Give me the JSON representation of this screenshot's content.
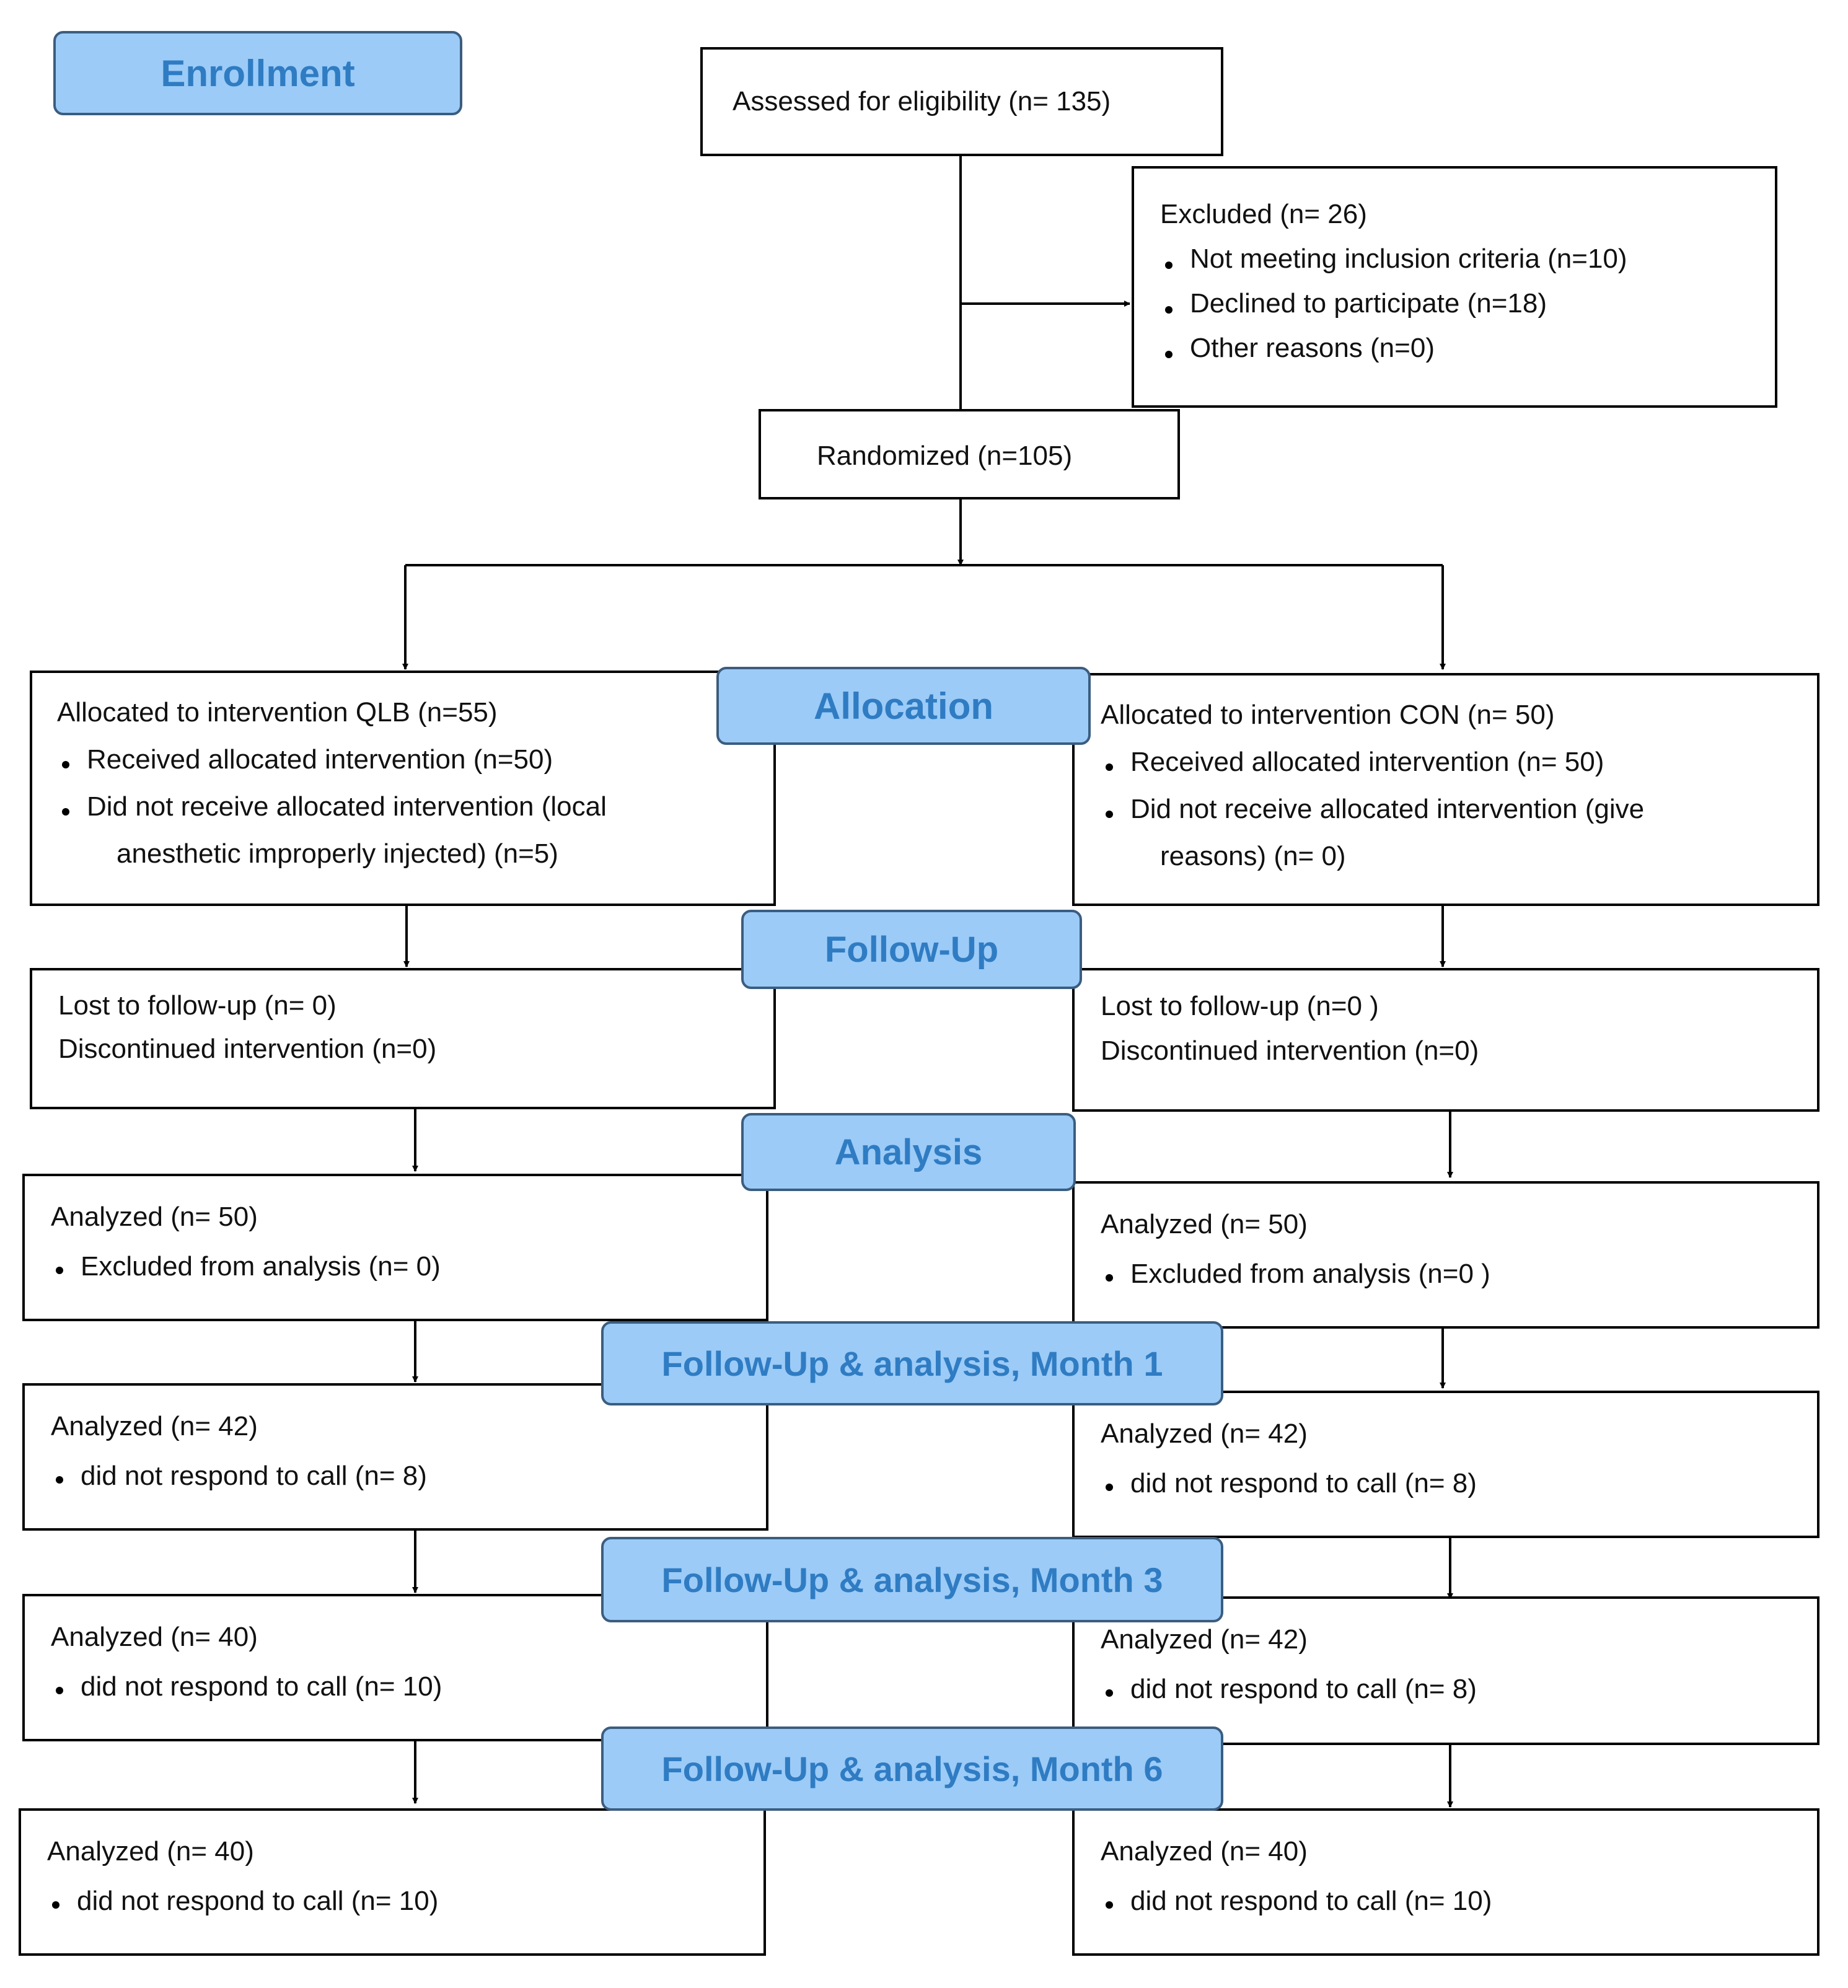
{
  "phases": {
    "enrollment": "Enrollment",
    "allocation": "Allocation",
    "followup": "Follow-Up",
    "analysis": "Analysis",
    "month1": "Follow-Up & analysis, Month 1",
    "month3": "Follow-Up & analysis, Month 3",
    "month6": "Follow-Up & analysis, Month 6"
  },
  "assessed": "Assessed for eligibility (n= 135)",
  "excluded": {
    "title": "Excluded  (n= 26)",
    "items": [
      "Not meeting inclusion criteria (n=10)",
      "Declined to participate (n=18)",
      "Other reasons (n=0)"
    ]
  },
  "randomized": "Randomized (n=105)",
  "left": {
    "allocation": {
      "title": "Allocated to intervention QLB (n=55)",
      "items": [
        "Received allocated intervention (n=50)",
        "Did not receive allocated intervention (local",
        "anesthetic improperly injected) (n=5)"
      ]
    },
    "followup": [
      "Lost to follow-up (n= 0)",
      "Discontinued intervention (n=0)"
    ],
    "analysis": {
      "title": "Analyzed  (n= 50)",
      "item": "Excluded from analysis (n= 0)"
    },
    "month1": {
      "title": "Analyzed  (n= 42)",
      "item": "did not respond to call  (n= 8)"
    },
    "month3": {
      "title": "Analyzed  (n= 40)",
      "item": "did not respond to call (n= 10)"
    },
    "month6": {
      "title": "Analyzed  (n= 40)",
      "item": "did not respond to call (n= 10)"
    }
  },
  "right": {
    "allocation": {
      "title": "Allocated to intervention CON (n= 50)",
      "items": [
        "Received allocated intervention (n= 50)",
        "Did not receive allocated intervention (give",
        "reasons) (n= 0)"
      ]
    },
    "followup": [
      "Lost to follow-up (n=0  )",
      "Discontinued intervention (n=0)"
    ],
    "analysis": {
      "title": "Analyzed  (n= 50)",
      "item": "Excluded from analysis (n=0  )"
    },
    "month1": {
      "title": "Analyzed  (n= 42)",
      "item": "did not respond to call (n= 8)"
    },
    "month3": {
      "title": "Analyzed  (n= 42)",
      "item": "did not respond to call (n= 8)"
    },
    "month6": {
      "title": "Analyzed  (n= 40)",
      "item": "did not respond to call (n= 10)"
    }
  }
}
